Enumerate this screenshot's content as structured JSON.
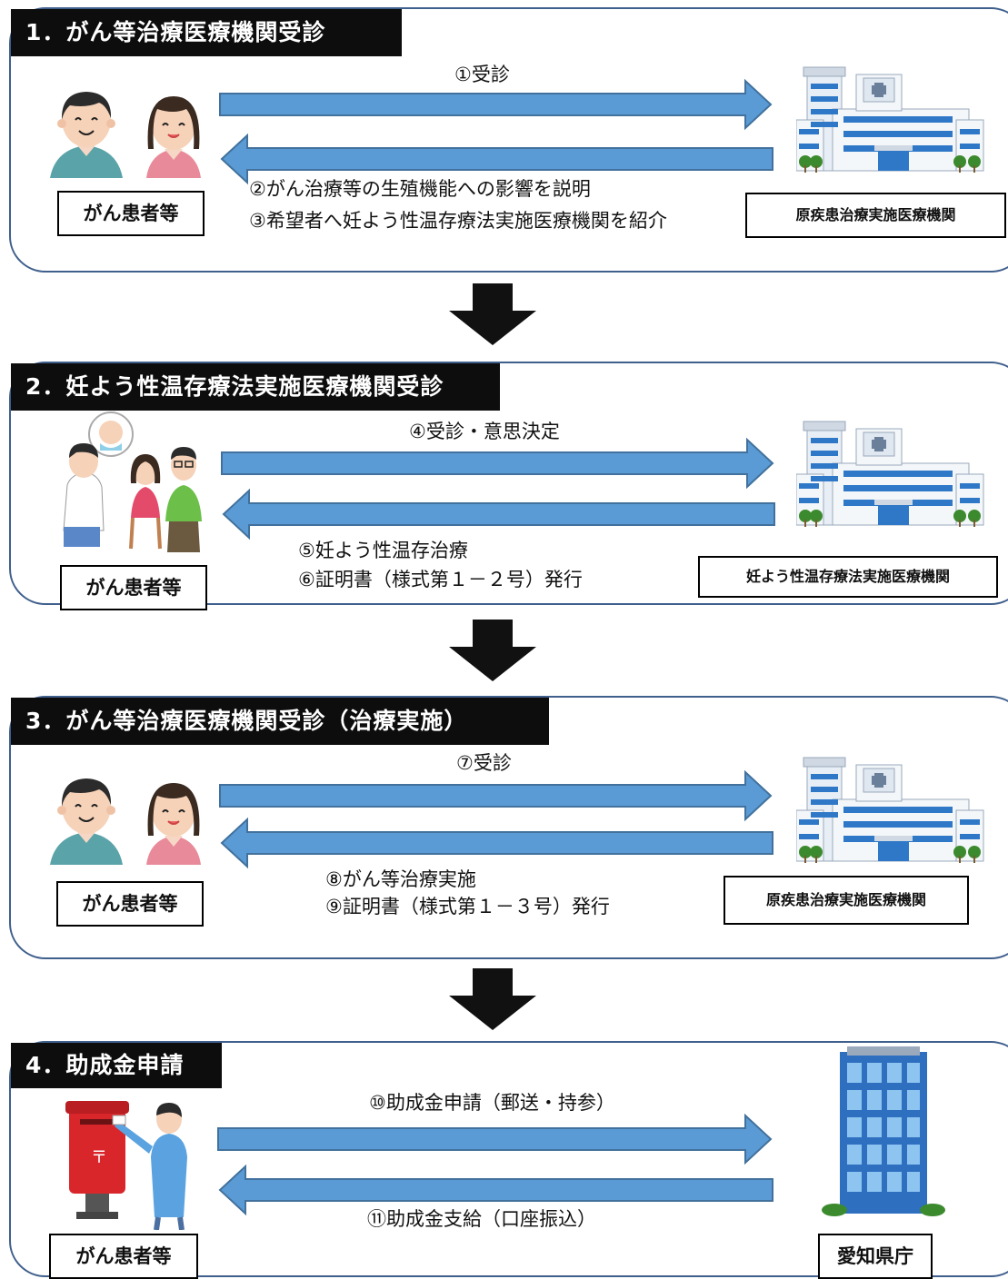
{
  "sections": [
    {
      "title": "1．がん等治療医療機関受診",
      "forward_label": "①受診",
      "back_lines": [
        "②がん治療等の生殖機能への影響を説明",
        "③希望者へ妊よう性温存療法実施医療機関を紹介"
      ],
      "patient_label": "がん患者等",
      "facility_label": "原疾患治療実施医療機関"
    },
    {
      "title": "2．妊よう性温存療法実施医療機関受診",
      "forward_label": "④受診・意思決定",
      "back_lines": [
        "⑤妊よう性温存治療",
        "⑥証明書（様式第１－２号）発行"
      ],
      "patient_label": "がん患者等",
      "facility_label": "妊よう性温存療法実施医療機関"
    },
    {
      "title": "3．がん等治療医療機関受診（治療実施）",
      "forward_label": "⑦受診",
      "back_lines": [
        "⑧がん等治療実施",
        "⑨証明書（様式第１－３号）発行"
      ],
      "patient_label": "がん患者等",
      "facility_label": "原疾患治療実施医療機関"
    },
    {
      "title": "4．助成金申請",
      "forward_label": "⑩助成金申請（郵送・持参）",
      "back_lines": [
        "⑪助成金支給（口座振込）"
      ],
      "patient_label": "がん患者等",
      "facility_label": "愛知県庁"
    }
  ],
  "colors": {
    "arrow": "#5b9bd5",
    "arrow_border": "#41719c",
    "frame": "#3f5f8c",
    "header_bg": "#0d0d0d"
  },
  "icons": [
    "patients-icon",
    "consultation-icon",
    "hospital-icon",
    "post-box-icon",
    "office-building-icon",
    "down-arrow-icon"
  ]
}
